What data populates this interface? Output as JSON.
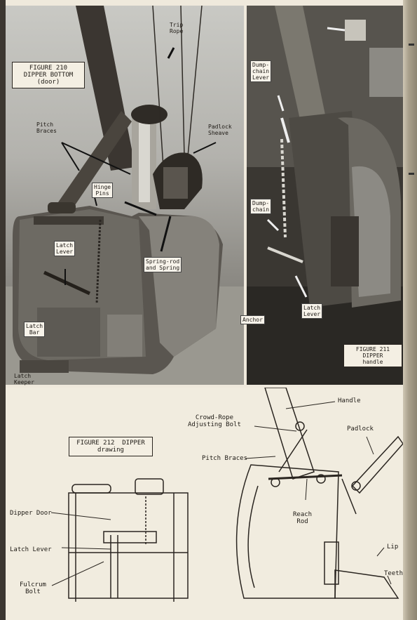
{
  "figure_210": {
    "caption": "FIGURE 210\nDIPPER BOTTOM\n(door)",
    "labels": {
      "trip_rope": "Trip\nRope",
      "padlock_sheave": "Padlock\nSheave",
      "pitch_braces": "Pitch\nBraces",
      "hinge_pins": "Hinge\nPins",
      "latch_lever": "Latch\nLever",
      "spring_rod": "Spring-rod\nand Spring",
      "latch_bar": "Latch\nBar",
      "latch_keeper": "Latch\nKeeper"
    }
  },
  "figure_211": {
    "caption": "FIGURE 211\nDIPPER\nhandle",
    "labels": {
      "dump_chain_lever": "Dump-\nchain\nLever",
      "dump_chain": "Dump-\nchain",
      "latch_lever": "Latch\nLever"
    }
  },
  "figure_212": {
    "caption": "FIGURE 212  DIPPER\ndrawing",
    "labels": {
      "anchor": "Anchor",
      "handle": "Handle",
      "crowd_rope_bolt": "Crowd-Rope\nAdjusting Bolt",
      "padlock": "Padlock",
      "pitch_braces": "Pitch Braces",
      "reach_rod": "Reach\nRod",
      "dipper_door": "Dipper Door",
      "latch_lever": "Latch Lever",
      "fulcrum_bolt": "Fulcrum\nBolt",
      "lip": "Lip",
      "teeth": "Teeth"
    }
  }
}
